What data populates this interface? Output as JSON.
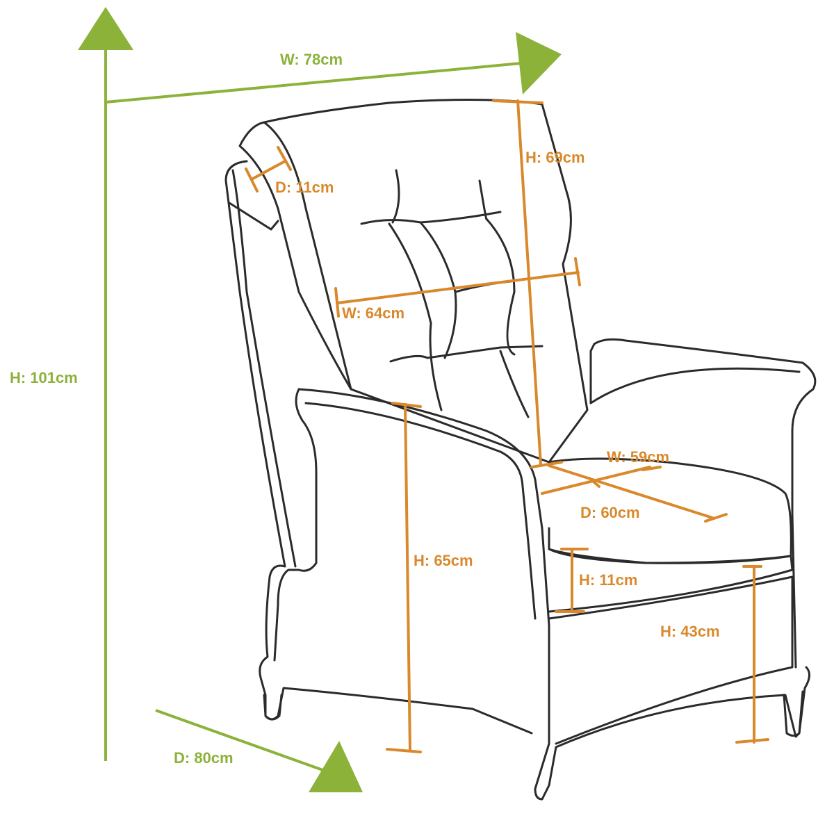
{
  "colors": {
    "overall": "#8cb23a",
    "component": "#d9892c",
    "outline": "#2b2b2b",
    "background": "#ffffff"
  },
  "overall_dimensions": {
    "width": "W: 78cm",
    "height": "H: 101cm",
    "depth": "D: 80cm"
  },
  "component_dimensions": {
    "back_cushion_depth": "D: 11cm",
    "back_cushion_height": "H: 69cm",
    "back_cushion_width": "W: 64cm",
    "seat_width": "W: 59cm",
    "seat_depth": "D: 60cm",
    "arm_height": "H: 65cm",
    "seat_cushion_height": "H: 11cm",
    "seat_height": "H: 43cm"
  }
}
